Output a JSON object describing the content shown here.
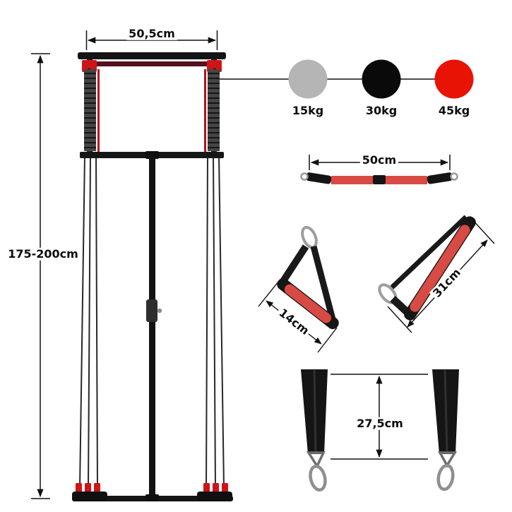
{
  "frame": {
    "width_label": "50,5cm",
    "height_label": "175-200cm"
  },
  "weights": {
    "items": [
      {
        "label": "15kg",
        "color": "#b5b5b5"
      },
      {
        "label": "30kg",
        "color": "#0a0a0a"
      },
      {
        "label": "45kg",
        "color": "#e81205"
      }
    ]
  },
  "bar": {
    "length_label": "50cm"
  },
  "handles": {
    "grip_width_label": "14cm",
    "overall_length_label": "31cm"
  },
  "straps": {
    "length_label": "27,5cm"
  }
}
